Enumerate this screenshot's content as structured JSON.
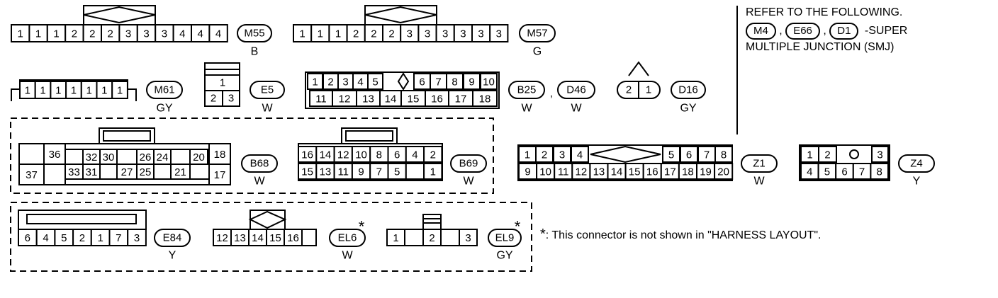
{
  "connectors": {
    "M55": {
      "id": "M55",
      "color": "B",
      "cells": [
        "1",
        "1",
        "1",
        "2",
        "2",
        "2",
        "3",
        "3",
        "3",
        "4",
        "4",
        "4"
      ]
    },
    "M57": {
      "id": "M57",
      "color": "G",
      "cells": [
        "1",
        "1",
        "1",
        "2",
        "2",
        "2",
        "3",
        "3",
        "3",
        "3",
        "3",
        "3"
      ]
    },
    "M61": {
      "id": "M61",
      "color": "GY",
      "cells": [
        "1",
        "1",
        "1",
        "1",
        "1",
        "1",
        "1"
      ]
    },
    "E5": {
      "id": "E5",
      "color": "W",
      "top": "1",
      "bottom": [
        "2",
        "3"
      ]
    },
    "B25D46": {
      "ids": [
        "B25",
        "D46"
      ],
      "sep": ",",
      "colors": [
        "W",
        "W"
      ],
      "row1": [
        "1",
        "2",
        "3",
        "4",
        "5",
        "6",
        "7",
        "8",
        "9",
        "10"
      ],
      "row2": [
        "11",
        "12",
        "13",
        "14",
        "15",
        "16",
        "17",
        "18"
      ]
    },
    "D16": {
      "id": "D16",
      "color": "GY",
      "cells": [
        "2",
        "1"
      ]
    },
    "B68": {
      "id": "B68",
      "color": "W",
      "row1": [
        "36",
        "32",
        "30",
        "26",
        "24",
        "20",
        "18"
      ],
      "row2": [
        "37",
        "33",
        "31",
        "27",
        "25",
        "21",
        "17"
      ]
    },
    "B69": {
      "id": "B69",
      "color": "W",
      "row1": [
        "16",
        "14",
        "12",
        "10",
        "8",
        "6",
        "4",
        "2"
      ],
      "row2": [
        "15",
        "13",
        "11",
        "9",
        "7",
        "5",
        "1"
      ]
    },
    "Z1": {
      "id": "Z1",
      "color": "W",
      "row1": [
        "1",
        "2",
        "3",
        "4",
        "5",
        "6",
        "7",
        "8"
      ],
      "row2": [
        "9",
        "10",
        "11",
        "12",
        "13",
        "14",
        "15",
        "16",
        "17",
        "18",
        "19",
        "20"
      ]
    },
    "Z4": {
      "id": "Z4",
      "color": "Y",
      "row1": [
        "1",
        "2",
        "3"
      ],
      "row2": [
        "4",
        "5",
        "6",
        "7",
        "8"
      ]
    },
    "E84": {
      "id": "E84",
      "color": "Y",
      "cells": [
        "6",
        "4",
        "5",
        "2",
        "1",
        "7",
        "3"
      ]
    },
    "EL6": {
      "id": "EL6",
      "color": "W",
      "star": "*",
      "cells": [
        "12",
        "13",
        "14",
        "15",
        "16"
      ]
    },
    "EL9": {
      "id": "EL9",
      "color": "GY",
      "star": "*",
      "cells": [
        "1",
        "2",
        "3"
      ]
    }
  },
  "refer_note": {
    "line1": "REFER TO THE FOLLOWING.",
    "pills": [
      "M4",
      "E66",
      "D1"
    ],
    "sep": ",",
    "suffix": "-SUPER",
    "line3": "MULTIPLE JUNCTION (SMJ)"
  },
  "footnote": {
    "star": "*",
    "text": ": This connector is not shown in \"HARNESS LAYOUT\"."
  }
}
